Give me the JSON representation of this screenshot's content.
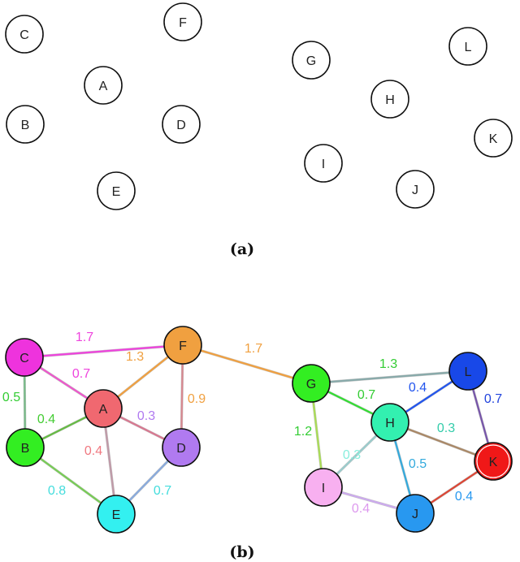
{
  "panel_a": {
    "caption": "(a)",
    "nodes": [
      {
        "id": "C",
        "label": "C"
      },
      {
        "id": "F",
        "label": "F"
      },
      {
        "id": "A",
        "label": "A"
      },
      {
        "id": "B",
        "label": "B"
      },
      {
        "id": "D",
        "label": "D"
      },
      {
        "id": "E",
        "label": "E"
      },
      {
        "id": "G",
        "label": "G"
      },
      {
        "id": "L",
        "label": "L"
      },
      {
        "id": "H",
        "label": "H"
      },
      {
        "id": "K",
        "label": "K"
      },
      {
        "id": "I",
        "label": "I"
      },
      {
        "id": "J",
        "label": "J"
      }
    ]
  },
  "panel_b": {
    "caption": "(b)",
    "nodes": [
      {
        "id": "C",
        "label": "C",
        "color": "#ee33dd"
      },
      {
        "id": "F",
        "label": "F",
        "color": "#f0a040"
      },
      {
        "id": "A",
        "label": "A",
        "color": "#f06870"
      },
      {
        "id": "B",
        "label": "B",
        "color": "#33ee22"
      },
      {
        "id": "D",
        "label": "D",
        "color": "#b07af0"
      },
      {
        "id": "E",
        "label": "E",
        "color": "#33f0f0"
      },
      {
        "id": "G",
        "label": "G",
        "color": "#33ee22"
      },
      {
        "id": "L",
        "label": "L",
        "color": "#1848e8"
      },
      {
        "id": "H",
        "label": "H",
        "color": "#33f0b0"
      },
      {
        "id": "K",
        "label": "K",
        "color": "#f01818"
      },
      {
        "id": "I",
        "label": "I",
        "color": "#f8b0f0"
      },
      {
        "id": "J",
        "label": "J",
        "color": "#2898f0"
      }
    ],
    "edges": [
      {
        "from": "C",
        "to": "F",
        "weight": "1.7",
        "color": "#ee44dd",
        "label_color": "#ee44dd"
      },
      {
        "from": "C",
        "to": "A",
        "weight": "0.7",
        "color": "#ee55cc",
        "label_color": "#ee44dd"
      },
      {
        "from": "C",
        "to": "B",
        "weight": "0.5",
        "color": "#77bb88",
        "label_color": "#33cc33"
      },
      {
        "from": "F",
        "to": "A",
        "weight": "1.3",
        "color": "#f0a040",
        "label_color": "#f0a040"
      },
      {
        "from": "F",
        "to": "D",
        "weight": "0.9",
        "color": "#d88890",
        "label_color": "#f0a040"
      },
      {
        "from": "F",
        "to": "G",
        "weight": "1.7",
        "color": "#f0a040",
        "label_color": "#f0a040"
      },
      {
        "from": "A",
        "to": "B",
        "weight": "0.4",
        "color": "#66bb44",
        "label_color": "#44cc33"
      },
      {
        "from": "A",
        "to": "D",
        "weight": "0.3",
        "color": "#d87890",
        "label_color": "#b07af0"
      },
      {
        "from": "A",
        "to": "E",
        "weight": "0.4",
        "color": "#c09aa8",
        "label_color": "#f07880"
      },
      {
        "from": "B",
        "to": "E",
        "weight": "0.8",
        "color": "#77cc55",
        "label_color": "#44dddd"
      },
      {
        "from": "D",
        "to": "E",
        "weight": "0.7",
        "color": "#88aadd",
        "label_color": "#44dddd"
      },
      {
        "from": "G",
        "to": "L",
        "weight": "1.3",
        "color": "#88aaaa",
        "label_color": "#33cc33"
      },
      {
        "from": "G",
        "to": "H",
        "weight": "0.7",
        "color": "#33dd33",
        "label_color": "#33cc33"
      },
      {
        "from": "G",
        "to": "I",
        "weight": "1.2",
        "color": "#aadd55",
        "label_color": "#33cc33"
      },
      {
        "from": "L",
        "to": "H",
        "weight": "0.4",
        "color": "#2255ee",
        "label_color": "#2255ee"
      },
      {
        "from": "L",
        "to": "K",
        "weight": "0.7",
        "color": "#7755aa",
        "label_color": "#2244dd"
      },
      {
        "from": "H",
        "to": "K",
        "weight": "0.3",
        "color": "#aa8866",
        "label_color": "#33ccaa"
      },
      {
        "from": "H",
        "to": "I",
        "weight": "0.3",
        "color": "#99cccc",
        "label_color": "#88eedd"
      },
      {
        "from": "H",
        "to": "J",
        "weight": "0.5",
        "color": "#33aadd",
        "label_color": "#33aadd"
      },
      {
        "from": "I",
        "to": "J",
        "weight": "0.4",
        "color": "#ccaaee",
        "label_color": "#dd99ee"
      },
      {
        "from": "K",
        "to": "J",
        "weight": "0.4",
        "color": "#dd4433",
        "label_color": "#2898f0"
      }
    ]
  }
}
